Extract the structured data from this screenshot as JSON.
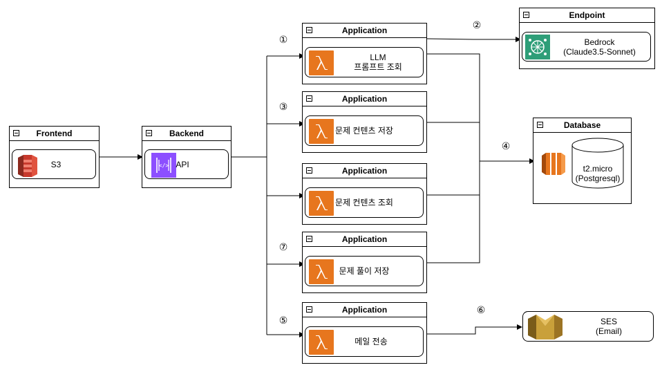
{
  "frontend": {
    "title": "Frontend",
    "service_label": "S3",
    "icon": "s3-bucket-icon"
  },
  "backend": {
    "title": "Backend",
    "service_label": "API",
    "icon": "api-gateway-icon"
  },
  "applications": [
    {
      "title": "Application",
      "line1": "LLM",
      "line2": "프롬프트 조회",
      "icon": "lambda-icon"
    },
    {
      "title": "Application",
      "line1": "문제 컨텐츠 저장",
      "icon": "lambda-icon"
    },
    {
      "title": "Application",
      "line1": "문제 컨텐츠 조회",
      "icon": "lambda-icon"
    },
    {
      "title": "Application",
      "line1": "문제 풀이 저장",
      "icon": "lambda-icon"
    },
    {
      "title": "Application",
      "line1": "메일 전송",
      "icon": "lambda-icon"
    }
  ],
  "endpoint": {
    "title": "Endpoint",
    "line1": "Bedrock",
    "line2": "(Claude3.5-Sonnet)",
    "icon": "bedrock-icon"
  },
  "database": {
    "title": "Database",
    "line1": "t2.micro",
    "line2": "(Postgresql)",
    "icon": "ec2-icon"
  },
  "ses": {
    "line1": "SES",
    "line2": "(Email)",
    "icon": "ses-icon"
  },
  "steps": [
    "①",
    "②",
    "③",
    "④",
    "⑤",
    "⑥",
    "⑦"
  ],
  "colors": {
    "lambda": "#e7761e",
    "s3": "#c7392c",
    "api": "#8c4fff",
    "bedrock": "#2e9e78",
    "ec2": "#e7761e",
    "ses": "#c9a03a"
  }
}
